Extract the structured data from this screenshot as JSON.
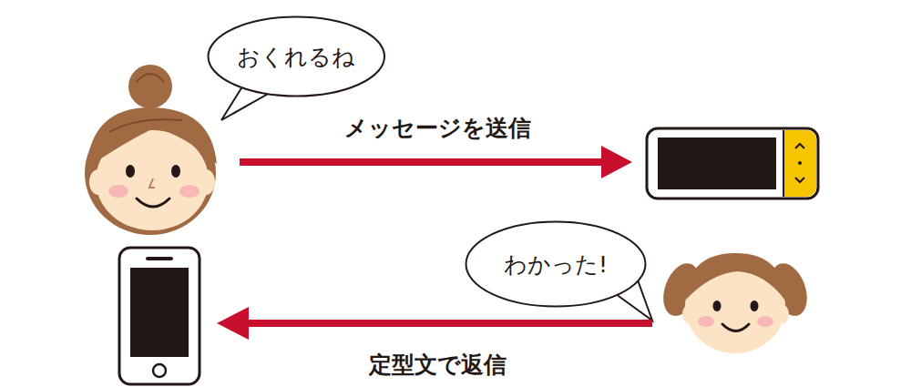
{
  "diagram": {
    "nodes": [
      {
        "text": [
          "おくれるね"
        ]
      },
      {
        "text": [
          "わかった!"
        ]
      }
    ],
    "labels": [
      "メッセージを送信",
      "定型文で返信"
    ]
  }
}
